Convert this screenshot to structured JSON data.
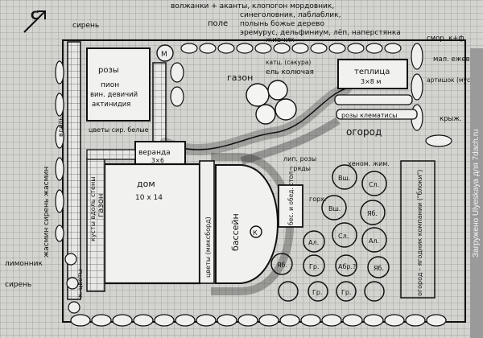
{
  "north": "С",
  "labels": {
    "top_list1": "волжанки + аканты, клопогон мордовник,",
    "top_list2": "синеголовник, лаблаблик,",
    "top_list3": "полынь божье дерево",
    "top_list4": "эремурус, дельфиниум, лёп, наперстянка",
    "top_list5": "живчик",
    "field": "поле",
    "lilac_top": "сирень",
    "smor": "смор. к+ф",
    "mall": "мал. ежев.",
    "artish": "артишок (мускатн.) кухня, кусты",
    "kryzh": "крыж.",
    "roses": "розы",
    "pion": "пион",
    "vin": "вин. девичий",
    "aktinidia": "актинидия",
    "m": "M",
    "cvety_belye": "цветы сир. белые",
    "lawn": "газон",
    "cath": "ель колючая",
    "katts": "катц. (сакура)",
    "greenhouse_title": "теплица",
    "greenhouse_size": "3×8 м",
    "roses_klem": "розы клематисы",
    "ogorod": "огород",
    "veranda_title": "веранда",
    "veranda_size": "3×6",
    "dom_title": "дом",
    "dom_size": "10 х 14",
    "gazon2": "газон",
    "kusty_vdol": "кусты вдоль стены",
    "cvety_miks": "цветы (миксборд)",
    "bassein": "бассейн",
    "k": "К",
    "lip": "лип. розы",
    "gorod": "гряды",
    "henom": "хеном. жим.",
    "besedka": "бес. и обед. стол",
    "ogorod_yagodnik": "огород - ягодник компании (\"блоки\")",
    "gorh": "горх.",
    "jasmin_left": "жасмин сирень жасмин",
    "vdoba": "вдоль",
    "limonnik": "лимонник",
    "siren_bottom": "сирень",
    "x_tsvety": "х. цветы",
    "bushes_left": "кусты",
    "trees": [
      "Вш.",
      "Сл.",
      "Вш.",
      "Яб.",
      "Сл.",
      "Ал.",
      "Ал.",
      "Яб.",
      "Гр.",
      "Абр.?",
      "Яб.",
      "Гр.",
      "Гр."
    ],
    "tsvety_label": "цветы"
  },
  "watermark": "Загружено Ulyeskaya для 7dach.ru"
}
